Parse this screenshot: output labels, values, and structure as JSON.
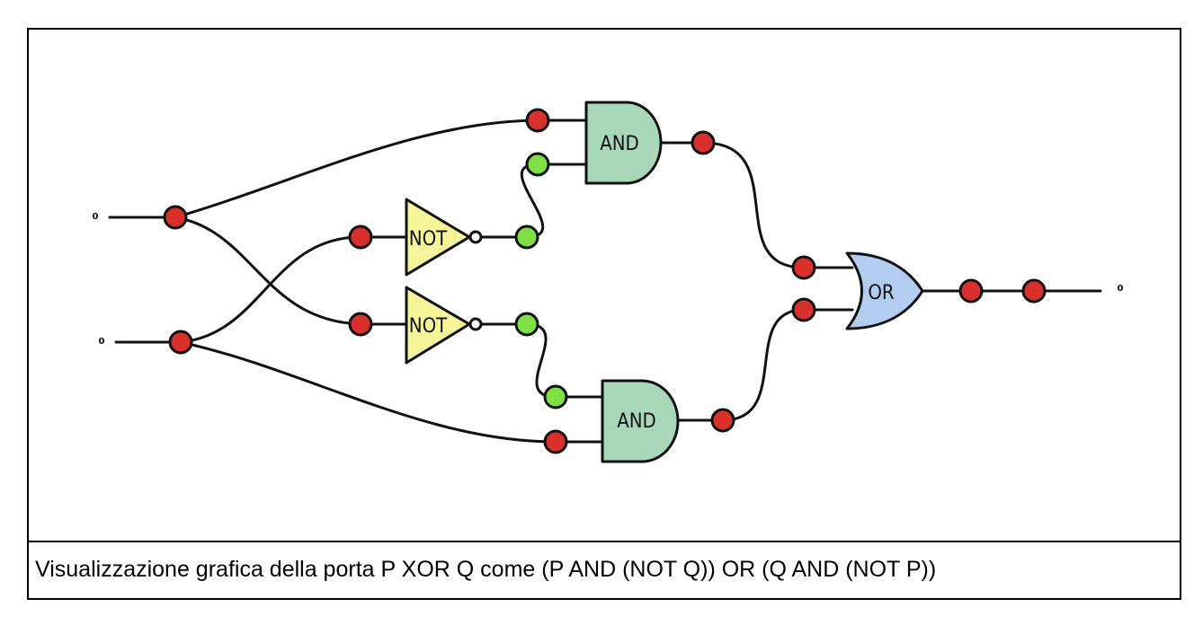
{
  "inputs": {
    "p_value": "0",
    "q_value": "0"
  },
  "output": {
    "value": "0"
  },
  "gates": {
    "not_top": "NOT",
    "not_bottom": "NOT",
    "and_top": "AND",
    "and_bottom": "AND",
    "or": "OR"
  },
  "colors": {
    "node_off": "#d9302c",
    "node_on": "#7fe045",
    "and_fill": "#a8d8b9",
    "not_fill": "#f7f59a",
    "or_fill": "#b2cdf0",
    "wire": "#111111"
  },
  "caption": "Visualizzazione grafica della porta P XOR Q come (P AND (NOT Q)) OR (Q AND (NOT P))"
}
